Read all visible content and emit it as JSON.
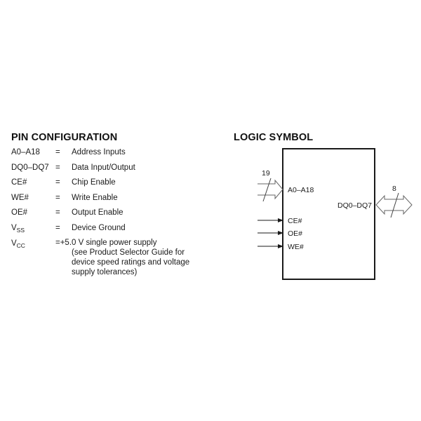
{
  "pin_configuration": {
    "title": "PIN CONFIGURATION",
    "rows": [
      {
        "name": "A0–A18",
        "sub": "",
        "eq": "=",
        "desc": "Address Inputs"
      },
      {
        "name": "DQ0–DQ7",
        "sub": "",
        "eq": "=",
        "desc": "Data Input/Output"
      },
      {
        "name": "CE#",
        "sub": "",
        "eq": "=",
        "desc": "Chip Enable"
      },
      {
        "name": "WE#",
        "sub": "",
        "eq": "=",
        "desc": "Write Enable"
      },
      {
        "name": "OE#",
        "sub": "",
        "eq": "=",
        "desc": "Output Enable"
      },
      {
        "name": "V",
        "sub": "SS",
        "eq": "=",
        "desc": "Device Ground"
      }
    ],
    "vcc": {
      "name": "V",
      "sub": "CC",
      "line1": "=+5.0 V single power supply",
      "line2": "(see Product Selector Guide for",
      "line3": "device speed ratings and voltage",
      "line4": "supply tolerances)"
    }
  },
  "logic_symbol": {
    "title": "LOGIC SYMBOL",
    "address_bus": {
      "label": "A0–A18",
      "width": "19"
    },
    "data_bus": {
      "label": "DQ0–DQ7",
      "width": "8"
    },
    "control_inputs": [
      {
        "label": "CE#"
      },
      {
        "label": "OE#"
      },
      {
        "label": "WE#"
      }
    ]
  }
}
